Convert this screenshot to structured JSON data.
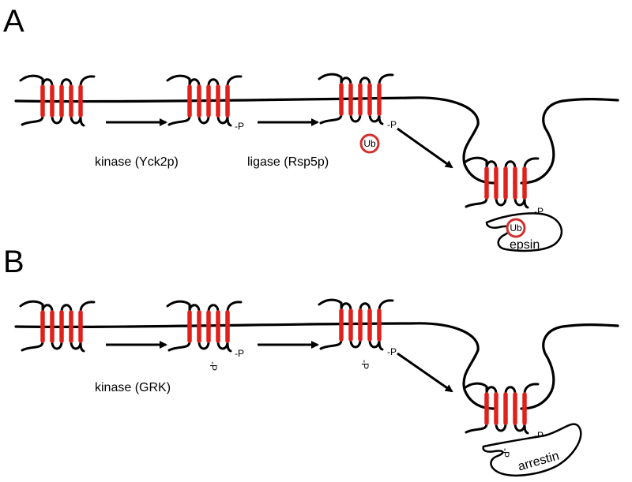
{
  "colors": {
    "membrane": "#000000",
    "helix": "#e0201b",
    "ub_ring": "#d0312d"
  },
  "panel_a": {
    "letter": "A",
    "step1_label": "kinase (Yck2p)",
    "step2_label": "ligase (Rsp5p)",
    "phospho_tag": "-P",
    "ub_label": "Ub",
    "adaptor_label": "epsin"
  },
  "panel_b": {
    "letter": "B",
    "step1_label": "kinase (GRK)",
    "phospho_tag": "-P",
    "adaptor_label": "arrestin"
  },
  "icons": {
    "receptor": "seven-transmembrane-receptor-icon",
    "arrow": "reaction-arrow-icon",
    "ubiquitin": "ubiquitin-circle-icon"
  }
}
